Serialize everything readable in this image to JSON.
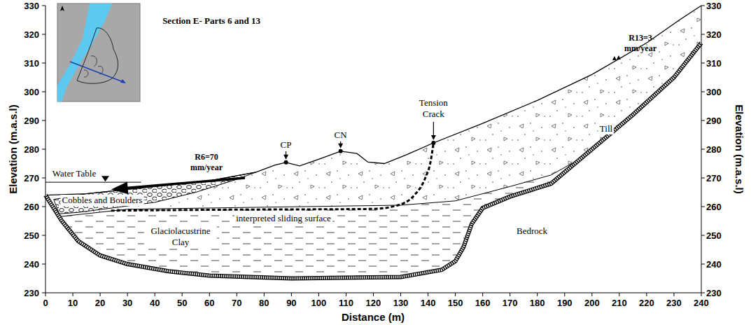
{
  "diagram": {
    "title": "Section E- Parts 6 and 13",
    "labels": [
      "330",
      "320",
      "310",
      "300",
      "290",
      "280",
      "270",
      "260",
      "250",
      "240",
      "230",
      "330",
      "320",
      "310",
      "300",
      "290",
      "280",
      "270",
      "260",
      "250",
      "240",
      "230",
      "0",
      "10",
      "20",
      "30",
      "40",
      "50",
      "60",
      "70",
      "80",
      "90",
      "100",
      "110",
      "120",
      "130",
      "140",
      "150",
      "160",
      "170",
      "180",
      "190",
      "200",
      "210",
      "220",
      "230",
      "240",
      "Elevation (m.a.s.l)",
      "Elevation (m.a.s.l)",
      "Distance (m)",
      "Water Table",
      "Cobbles and Boulders",
      "interpreted sliding surface",
      "Glaciolacustrine Clay",
      "Bedrock",
      "Till",
      "R6=70 mm/year",
      "CP",
      "CN",
      "Tension Crack",
      "R13=3 mm/year"
    ]
  }
}
